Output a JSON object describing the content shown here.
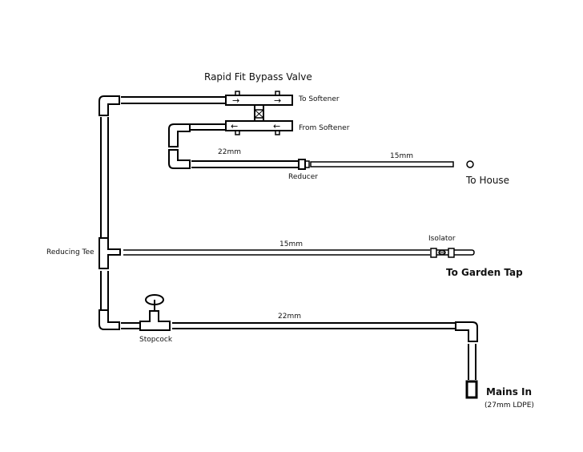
{
  "diagram": {
    "title": "Rapid Fit Bypass Valve",
    "labels": {
      "to_softener": "To Softener",
      "from_softener": "From Softener",
      "pipe_22mm_house": "22mm",
      "pipe_15mm_house": "15mm",
      "reducer": "Reducer",
      "to_house": "To House",
      "reducing_tee": "Reducing Tee",
      "pipe_15mm_garden": "15mm",
      "isolator": "Isolator",
      "to_garden_tap": "To Garden Tap",
      "pipe_22mm_mains": "22mm",
      "stopcock": "Stopcock",
      "mains_in": "Mains In",
      "mains_spec": "(27mm LDPE)"
    },
    "colors": {
      "line": "#000000",
      "background": "#ffffff"
    },
    "flow_arrows": {
      "to_softener": "→",
      "from_softener": "←"
    }
  }
}
